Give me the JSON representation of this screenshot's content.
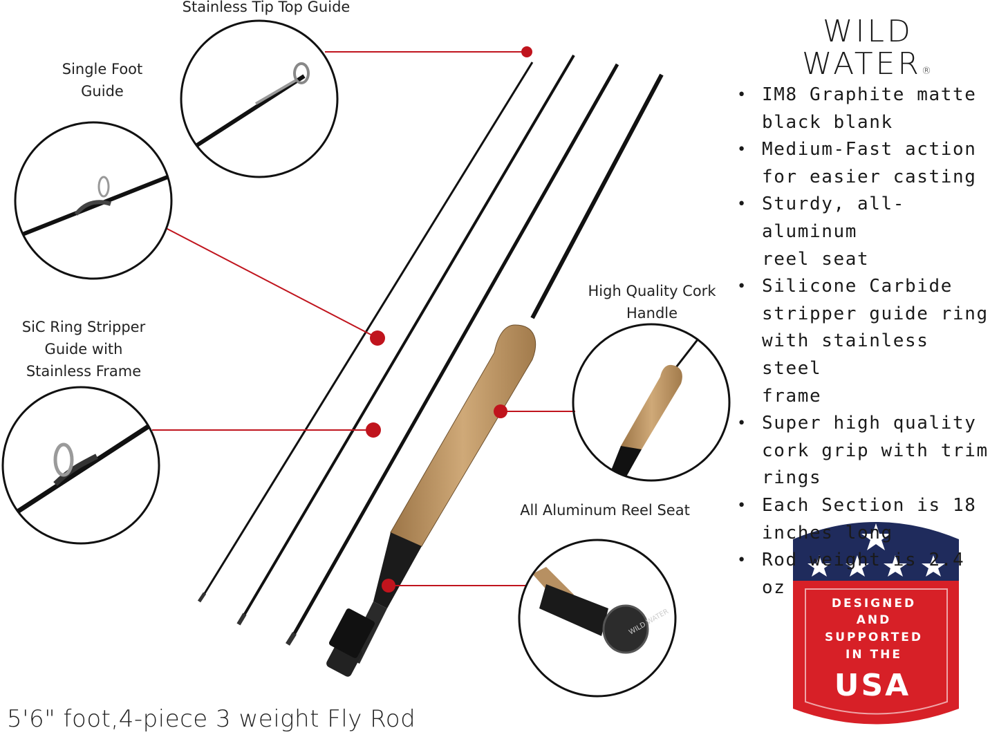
{
  "brand": {
    "line1": "WILD",
    "line2": "WATER",
    "mark": "®"
  },
  "callouts": {
    "tip_top": "Stainless Tip Top Guide",
    "single_foot_1": "Single Foot",
    "single_foot_2": "Guide",
    "stripper_1": "SiC Ring Stripper",
    "stripper_2": "Guide with",
    "stripper_3": "Stainless Frame",
    "cork_1": "High Quality Cork",
    "cork_2": "Handle",
    "reel_seat": "All Aluminum Reel Seat"
  },
  "features": [
    {
      "l1": "IM8 Graphite matte",
      "l2": "black blank"
    },
    {
      "l1": "Medium-Fast action",
      "l2": "for easier casting"
    },
    {
      "l1": "Sturdy, all-aluminum",
      "l2": "reel seat"
    },
    {
      "l1": "Silicone Carbide",
      "l2": "stripper guide ring",
      "l3": "with stainless steel",
      "l4": "frame"
    },
    {
      "l1": "Super high quality",
      "l2": "cork grip with trim",
      "l3": "rings"
    },
    {
      "l1": "Each Section is 18",
      "l2": "inches long"
    },
    {
      "l1": "Rod weight is 2.4 oz"
    }
  ],
  "badge": {
    "l1": "DESIGNED",
    "l2": "AND",
    "l3": "SUPPORTED",
    "l4": "IN THE",
    "l5": "USA"
  },
  "footer": "5'6\" foot,4-piece 3 weight Fly Rod",
  "colors": {
    "accent_red": "#c0141d",
    "badge_navy": "#1f2b5c",
    "badge_red": "#d72027",
    "cork": "#b79062"
  }
}
